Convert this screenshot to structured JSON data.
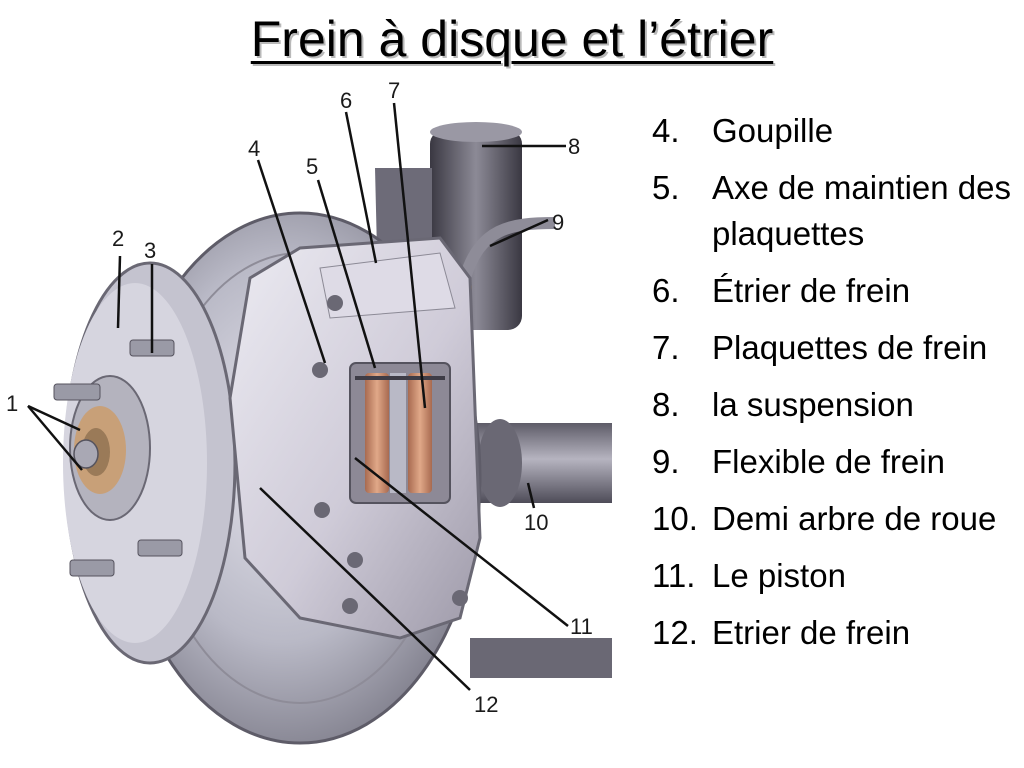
{
  "slide": {
    "title": "Frein à disque et l’étrier"
  },
  "diagram": {
    "callouts": [
      "1",
      "2",
      "3",
      "4",
      "5",
      "6",
      "7",
      "8",
      "9",
      "10",
      "11",
      "12"
    ],
    "colors": {
      "disc": "#b9b9c6",
      "caliper": "#d8d4df",
      "pad": "#c98a6a",
      "hub_bronze": "#c8a078",
      "shaft": "#7a7884",
      "stud": "#9a9aa6"
    }
  },
  "parts": [
    {
      "number": "4.",
      "label": "Goupille"
    },
    {
      "number": "5.",
      "label": "Axe de maintien des plaquettes"
    },
    {
      "number": "6.",
      "label": "Étrier de frein"
    },
    {
      "number": "7.",
      "label": "Plaquettes de frein"
    },
    {
      "number": "8.",
      "label": "la suspension"
    },
    {
      "number": "9.",
      "label": "Flexible de frein"
    },
    {
      "number": "10.",
      "label": "Demi arbre de roue"
    },
    {
      "number": "11.",
      "label": "Le piston"
    },
    {
      "number": "12.",
      "label": "Etrier de frein"
    }
  ]
}
